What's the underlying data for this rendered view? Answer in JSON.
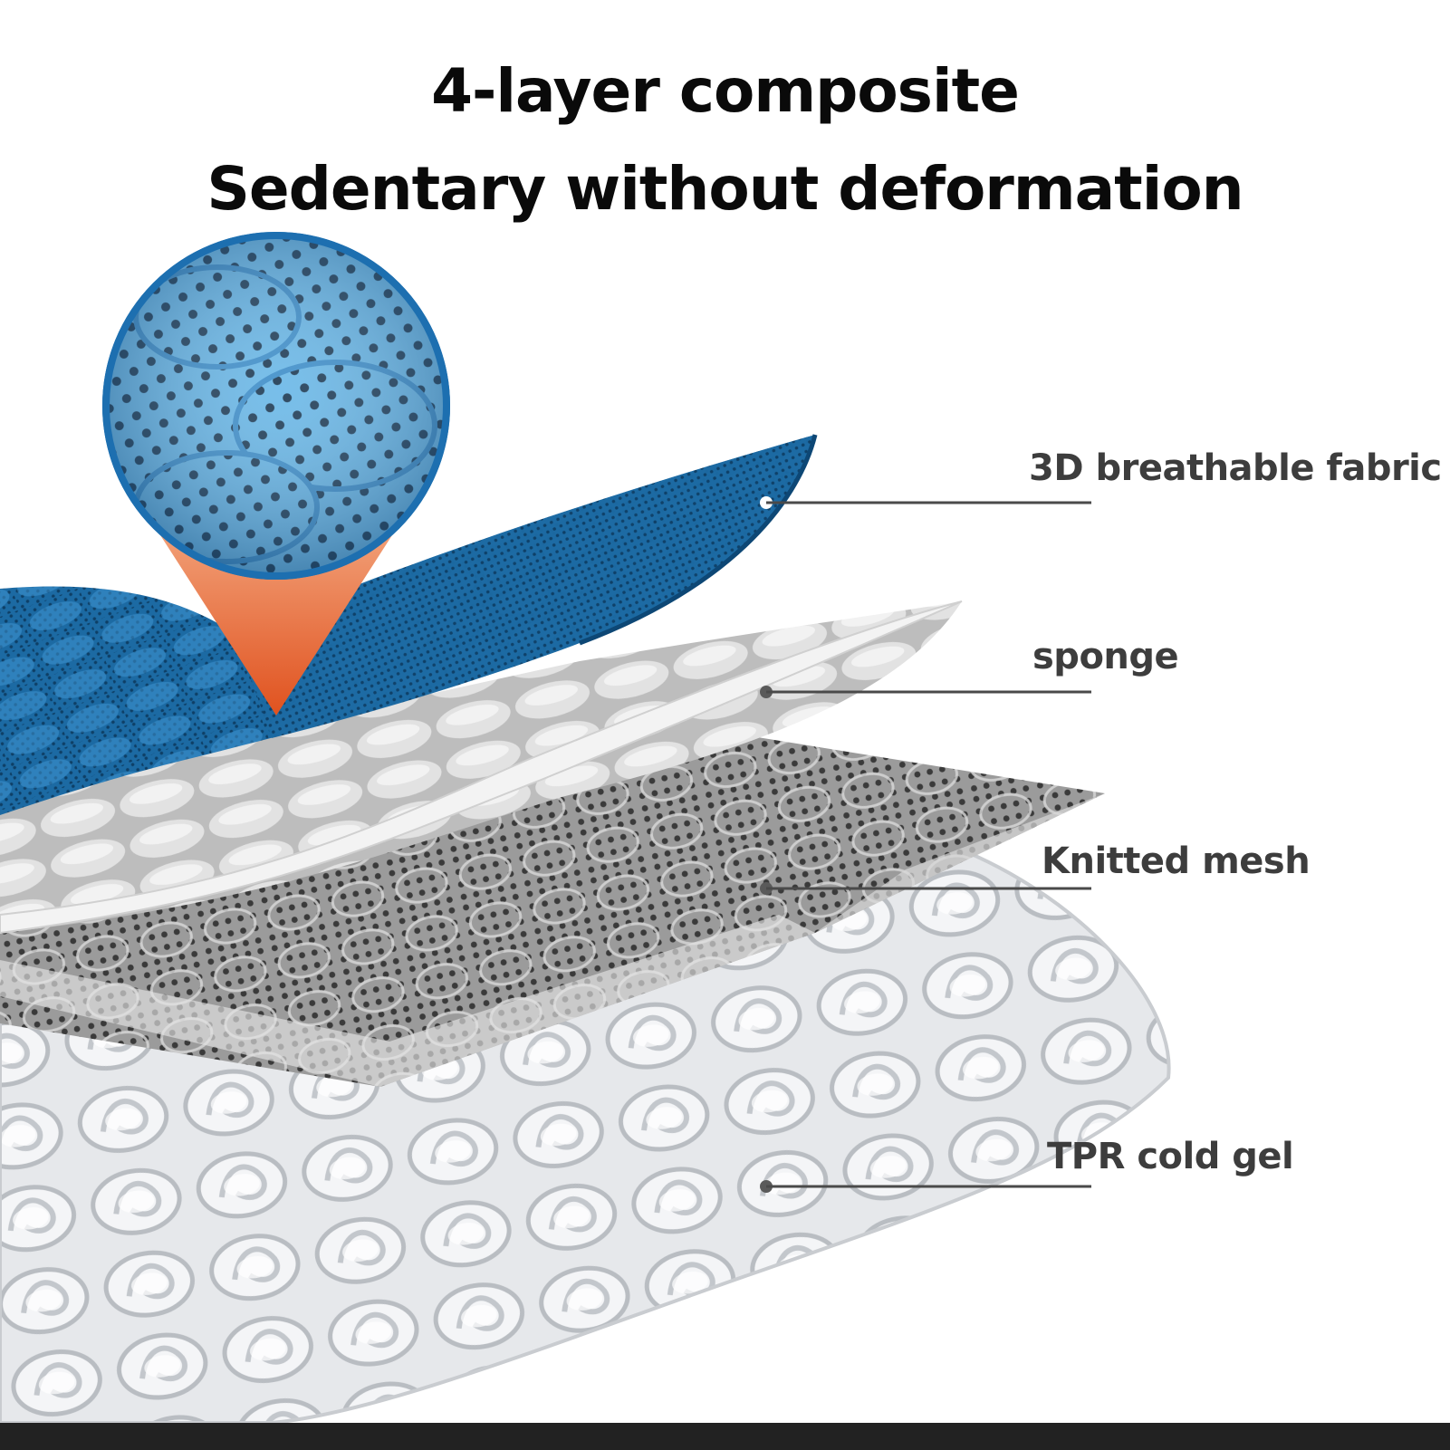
{
  "headline": {
    "line1": "4-layer composite",
    "line2": "Sedentary without deformation"
  },
  "layers": [
    {
      "label": "3D breathable fabric"
    },
    {
      "label": "sponge"
    },
    {
      "label": "Knitted mesh"
    },
    {
      "label": "TPR cold gel"
    }
  ],
  "colors": {
    "fabric_blue": "#1f6fa8",
    "fabric_light": "#4aa0d8",
    "pointer_orange": "#e8693a",
    "sponge_grey": "#c9c9c9",
    "mesh_grey": "#7a7a7a",
    "gel_grey": "#dcdfe3",
    "label_text": "#3d3d3d",
    "bottom_bar": "#222222"
  }
}
